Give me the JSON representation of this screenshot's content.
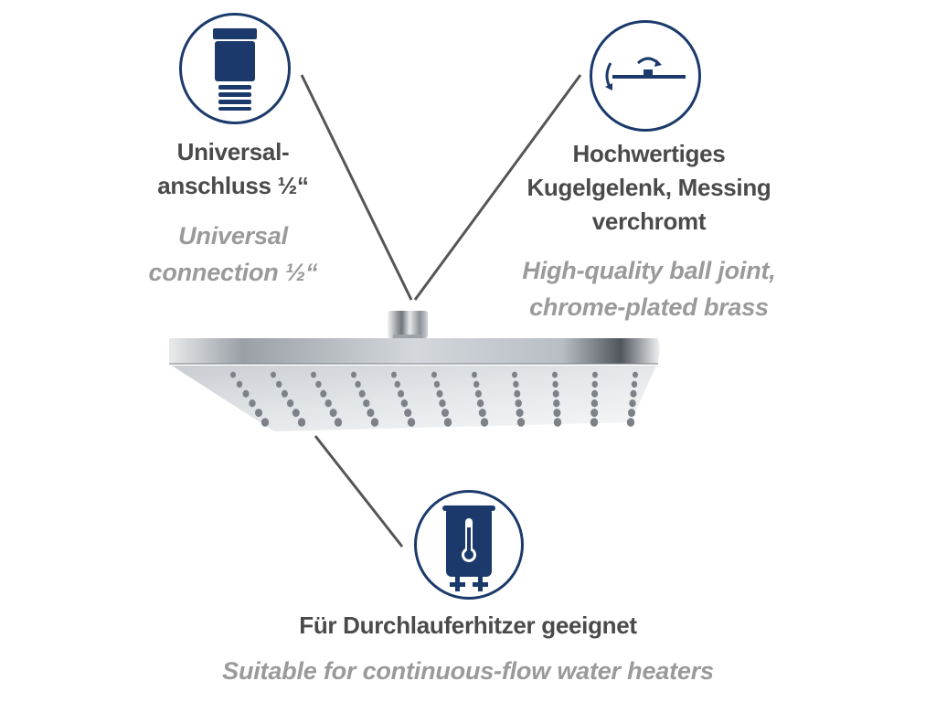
{
  "features": {
    "connection": {
      "icon": "threaded-connector-icon",
      "title_de": [
        "Universal-",
        "anschluss ½“"
      ],
      "title_en": [
        "Universal",
        "connection ½“"
      ]
    },
    "ball_joint": {
      "icon": "ball-joint-tilt-icon",
      "title_de": [
        "Hochwertiges",
        "Kugelgelenk, Messing",
        "verchromt"
      ],
      "title_en": [
        "High-quality ball joint,",
        "chrome-plated brass"
      ]
    },
    "water_heater": {
      "icon": "water-heater-thermometer-icon",
      "title_de": "Für Durchlauferhitzer geeignet",
      "title_en": "Suitable for continuous-flow water heaters"
    }
  },
  "colors": {
    "icon_blue": "#1b3a6b",
    "german_text": "#4a4a4a",
    "english_text": "#9a9a9a",
    "chrome": "#c8ccd0"
  },
  "product_image": "square-rain-shower-head"
}
